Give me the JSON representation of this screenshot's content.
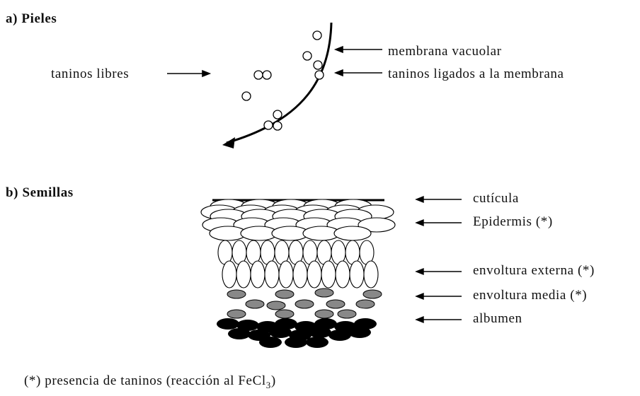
{
  "skins": {
    "heading": "a) Pieles",
    "label_free": "taninos libres",
    "label_membrane": "membrana vacuolar",
    "label_bound": "taninos ligados a la membrana"
  },
  "seeds": {
    "heading": "b) Semillas",
    "layers": [
      "cutícula",
      "Epidermis (*)",
      "envoltura externa (*)",
      "envoltura media (*)",
      "albumen"
    ]
  },
  "footnote": {
    "text": "(*) presencia de taninos (reacción al FeCl",
    "subscript": "3",
    "closing": ")"
  }
}
